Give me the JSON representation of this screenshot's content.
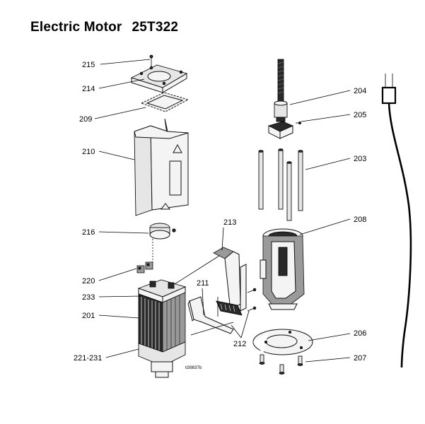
{
  "title": {
    "name": "Electric Motor",
    "part_number": "25T322"
  },
  "figure_id": "ti39837b",
  "callouts": [
    {
      "id": "c215",
      "text": "215"
    },
    {
      "id": "c214",
      "text": "214"
    },
    {
      "id": "c209",
      "text": "209"
    },
    {
      "id": "c210",
      "text": "210"
    },
    {
      "id": "c216",
      "text": "216"
    },
    {
      "id": "c220",
      "text": "220"
    },
    {
      "id": "c233",
      "text": "233"
    },
    {
      "id": "c201",
      "text": "201"
    },
    {
      "id": "c221",
      "text": "221-231"
    },
    {
      "id": "c213",
      "text": "213"
    },
    {
      "id": "c211",
      "text": "211"
    },
    {
      "id": "c212",
      "text": "212"
    },
    {
      "id": "c204",
      "text": "204"
    },
    {
      "id": "c205",
      "text": "205"
    },
    {
      "id": "c203",
      "text": "203"
    },
    {
      "id": "c208",
      "text": "208"
    },
    {
      "id": "c206",
      "text": "206"
    },
    {
      "id": "c207",
      "text": "207"
    }
  ]
}
